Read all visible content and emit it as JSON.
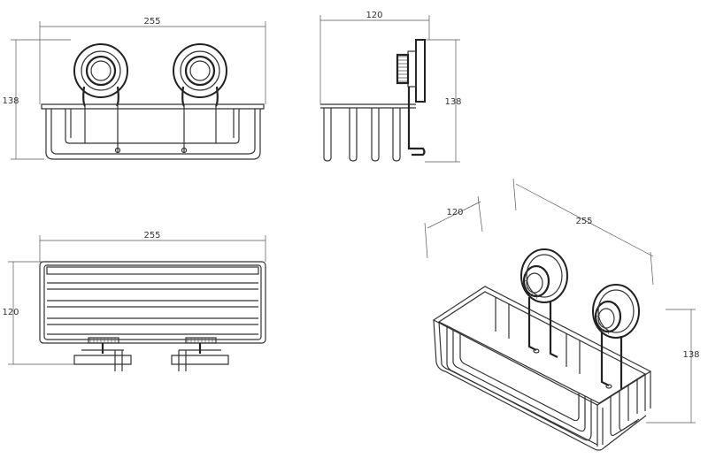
{
  "drawing": {
    "front_view": {
      "width_label": "255",
      "height_label": "138"
    },
    "side_view": {
      "depth_label": "120",
      "height_label": "138"
    },
    "top_view": {
      "width_label": "255",
      "depth_label": "120"
    },
    "iso_view": {
      "depth_label": "120",
      "width_label": "255",
      "height_label": "138"
    }
  }
}
